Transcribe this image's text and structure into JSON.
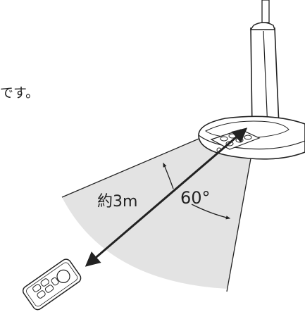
{
  "caption_fragment": "です。",
  "distance_label": "約3m",
  "angle_label": "60°",
  "colors": {
    "zone_fill": "#e3e3e3",
    "line": "#222222",
    "background": "#ffffff"
  },
  "icons": [
    "fan-tower-outline",
    "fan-base-outline",
    "control-panel-buttons",
    "remote-control-outline",
    "double-headed-arrow",
    "angle-arc-arrow"
  ]
}
